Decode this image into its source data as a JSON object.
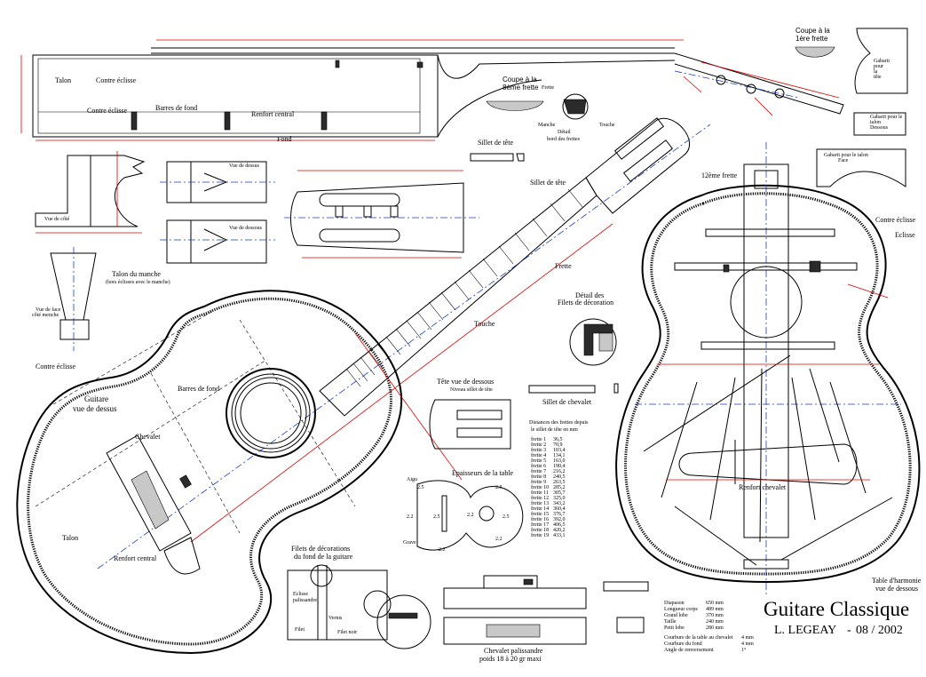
{
  "title": {
    "main": "Guitare Classique",
    "author": "L. LEGEAY",
    "dash": "-",
    "date": "08 / 2002"
  },
  "labels": {
    "talon": "Talon",
    "contre_eclisse": "Contre éclisse",
    "contre_eclisse_2": "Contre éclisse",
    "barres_de_fond": "Barres de fond",
    "renfort_central": "Renfort central",
    "fond": "Fond",
    "coupe_8": "Coupe à la",
    "coupe_8b": "8ème frette",
    "coupe_1": "Coupe à la",
    "coupe_1b": "1ère frette",
    "frette": "Frette",
    "manche": "Manche",
    "touche": "Touche",
    "detail_bord": "Détail",
    "detail_bord_b": "bord des frettes",
    "sillet_de_tete": "Sillet de tête",
    "sillet_de_tete_2": "Sillet de tête",
    "vue_de_cote": "Vue de côté",
    "vue_de_dessus_1": "Vue de dessus",
    "vue_de_dessous_1": "Vue de dessous",
    "talon_du_manche": "Talon du manche",
    "talon_du_manche_sub": "(hors éclisses avec le manche)",
    "vue_de_face": "Vue de face",
    "vue_de_face_b": "côté menche",
    "frette_lbl": "Frette",
    "touche_lbl": "Touche",
    "gabarit_coupe": "Gabarit",
    "gabarit_coupe_b": "pour",
    "gabarit_coupe_c": "la",
    "gabarit_coupe_d": "tête",
    "gabarit_talon": "Gabarit pour le",
    "gabarit_talon_b": "talon",
    "gabarit_talon_c": "Dessous",
    "gabarit_talon_face": "Gabarit pour le talon",
    "gabarit_talon_face_b": "Face",
    "douzieme_frette": "12ème frette",
    "contre_eclisse_r": "Contre éclisse",
    "eclisse_r": "Eclisse",
    "detail_filets": "Détail des",
    "detail_filets_b": "Filets de décoration",
    "tete_vue_dessous": "Tête vue de dessous",
    "tete_vue_dessous_sub": "Niveau sillet de tête",
    "sillet_de_chevalet": "Sillet de chevalet",
    "guitare_vue_dessus": "Guitare",
    "guitare_vue_dessus_b": "vue de dessus",
    "contre_eclisse_l": "Contre éclisse",
    "barres_de_fond_l": "Barres de fond",
    "chevalet": "Chevalet",
    "talon_l": "Talon",
    "renfort_central_l": "Renfort central",
    "epaisseurs": "Epaisseurs de la table",
    "aigu": "Aigu",
    "grave": "Grave",
    "filets_fond": "Filets de décorations",
    "filets_fond_b": "du fond de la guitare",
    "eclisse_palissandre": "Eclisse",
    "eclisse_palissandre_b": "palissandre",
    "vernis": "Vernis",
    "filet": "Filet",
    "filet_noir": "Filet noir",
    "renfort_chevalet": "Renfort chevalet",
    "table_harmonie": "Table d'harmonie",
    "table_harmonie_b": "vue de dessous",
    "chevalet_palissandre": "Chevalet palissandre",
    "chevalet_poids": "poids 18 à 20 gr maxi"
  },
  "thickness": [
    "2.5",
    "2.5",
    "2.2",
    "2.5",
    "2.5",
    "2.2",
    "2.2",
    "2.2"
  ],
  "fret_table": {
    "heading": "Distances des frettes depuis",
    "heading_b": "le sillet de tête en mm",
    "rows": [
      {
        "name": "frette 1",
        "value": "36,5"
      },
      {
        "name": "frette 2",
        "value": "70,9"
      },
      {
        "name": "frette 3",
        "value": "103,4"
      },
      {
        "name": "frette 4",
        "value": "134,1"
      },
      {
        "name": "frette 5",
        "value": "163,0"
      },
      {
        "name": "frette 6",
        "value": "190,4"
      },
      {
        "name": "frette 7",
        "value": "216,2"
      },
      {
        "name": "frette 8",
        "value": "240,5"
      },
      {
        "name": "frette 9",
        "value": "263,5"
      },
      {
        "name": "frette 10",
        "value": "285,2"
      },
      {
        "name": "frette 11",
        "value": "305,7"
      },
      {
        "name": "frette 12",
        "value": "325,0"
      },
      {
        "name": "frette 13",
        "value": "343,2"
      },
      {
        "name": "frette 14",
        "value": "360,4"
      },
      {
        "name": "frette 15",
        "value": "376,7"
      },
      {
        "name": "frette 16",
        "value": "392,0"
      },
      {
        "name": "frette 17",
        "value": "406,5"
      },
      {
        "name": "frette 18",
        "value": "420,2"
      },
      {
        "name": "frette 19",
        "value": "433,1"
      }
    ]
  },
  "specs": [
    {
      "name": "Diapason",
      "value": "650 mm"
    },
    {
      "name": "Longueur corps",
      "value": "489 mm"
    },
    {
      "name": "Grand lobe",
      "value": "370 mm"
    },
    {
      "name": "Taille",
      "value": "240 mm"
    },
    {
      "name": "Petit lobe",
      "value": "280 mm"
    }
  ],
  "specs2": [
    {
      "name": "Courbure de la table au chevalet",
      "value": "4 mm"
    },
    {
      "name": "Courbure du fond",
      "value": "4 mm"
    },
    {
      "name": "Angle de renversement",
      "value": "1°"
    }
  ],
  "colors": {
    "line": "#000000",
    "dimension": "#d00000",
    "axis": "#1a3fc0"
  }
}
